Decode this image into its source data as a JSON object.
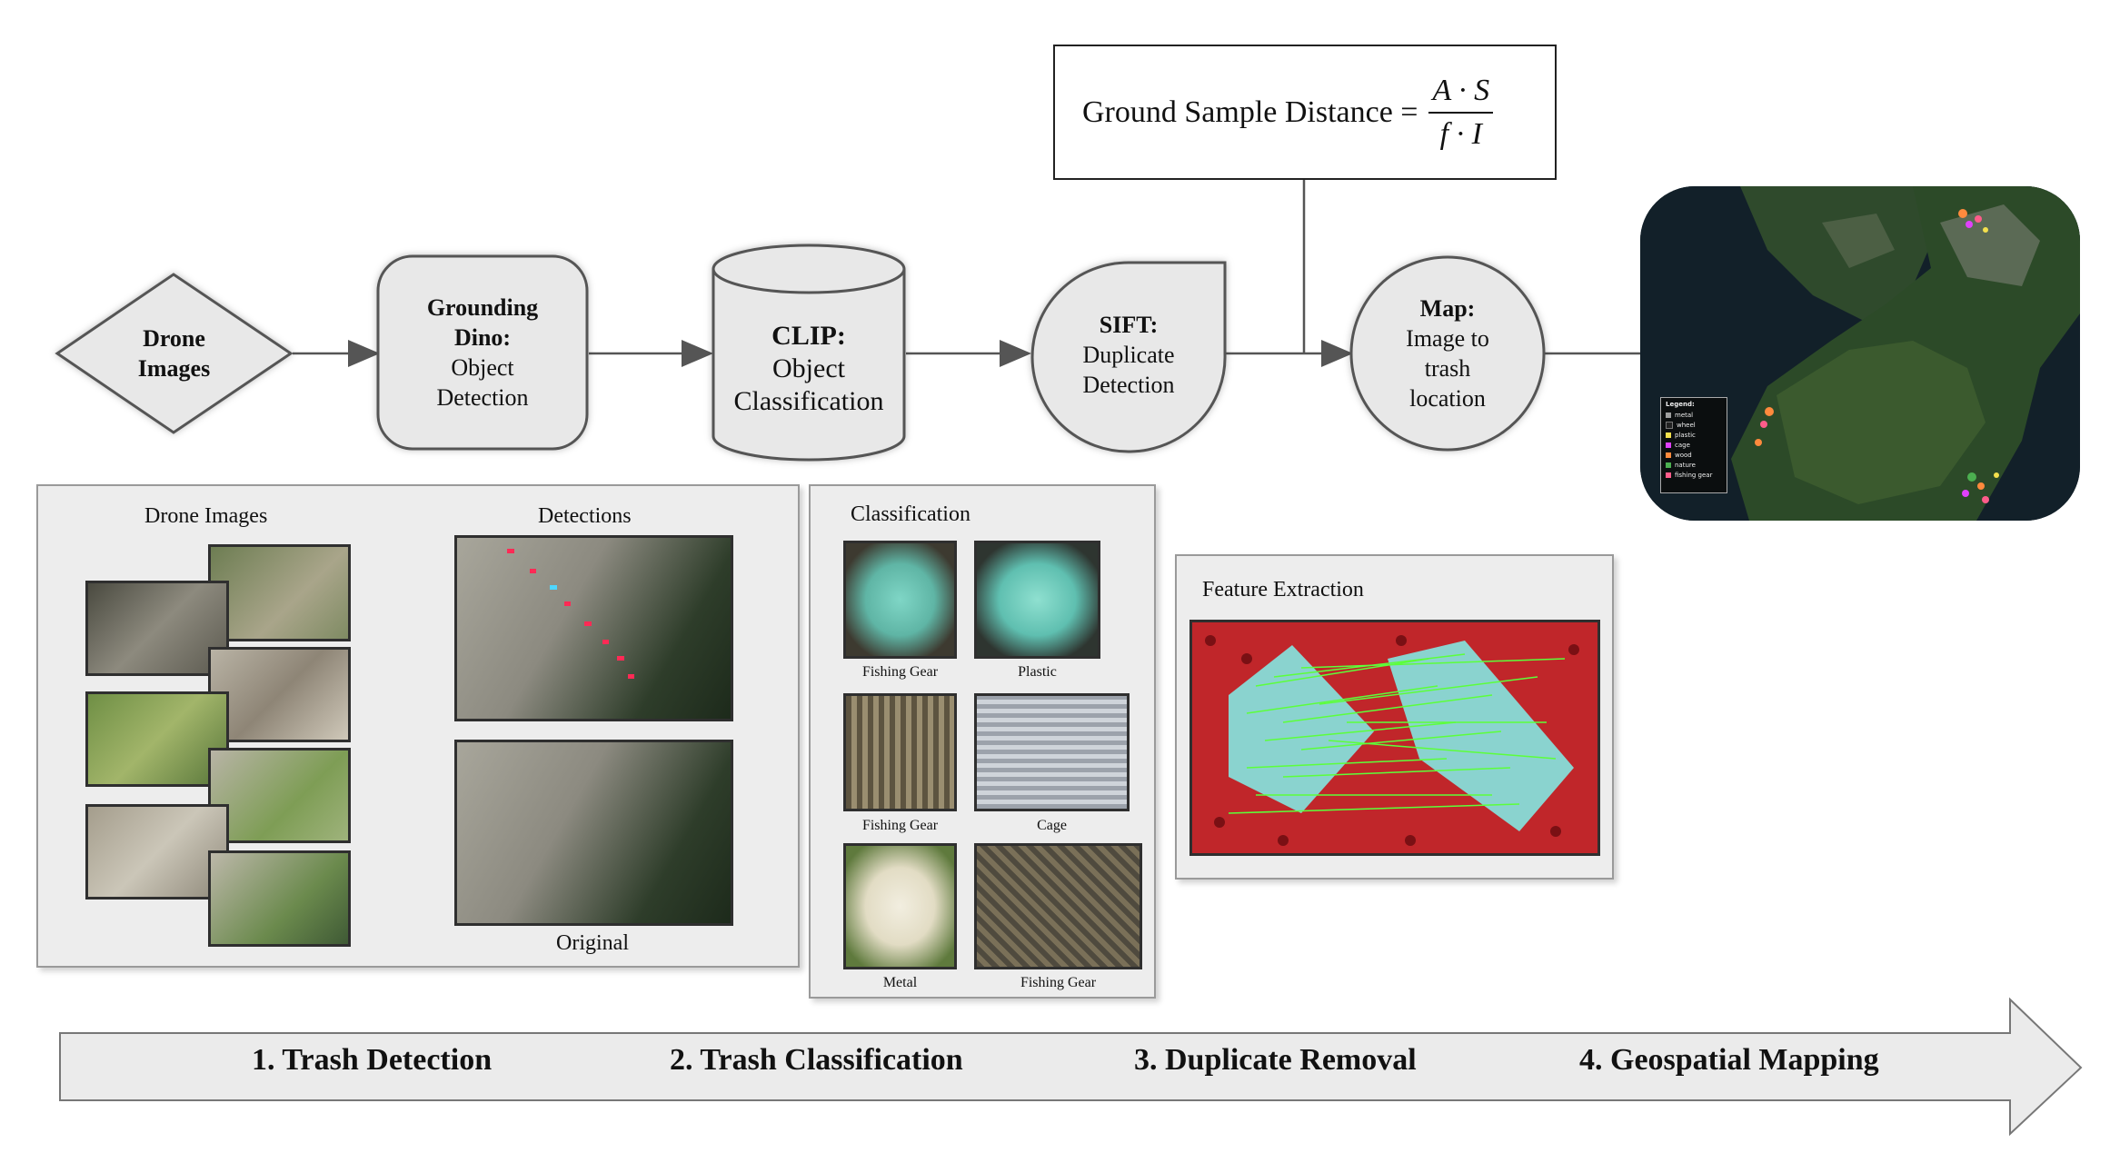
{
  "formula": {
    "lhs": "Ground Sample Distance =",
    "numerator": "A · S",
    "denominator": "f · I"
  },
  "pipeline": [
    {
      "bold": "Drone",
      "bold2": "Images",
      "plain": "",
      "plain2": ""
    },
    {
      "bold": "Grounding",
      "bold2": "Dino:",
      "plain": "Object",
      "plain2": "Detection"
    },
    {
      "bold": "CLIP:",
      "bold2": "",
      "plain": "Object",
      "plain2": "Classification"
    },
    {
      "bold": "SIFT:",
      "bold2": "",
      "plain": "Duplicate",
      "plain2": "Detection"
    },
    {
      "bold": "Map:",
      "bold2": "",
      "plain": "Image to",
      "plain2": "trash",
      "plain3": "location"
    }
  ],
  "panels": {
    "detection": {
      "drone_title": "Drone Images",
      "detections_title": "Detections",
      "original_label": "Original"
    },
    "classification": {
      "title": "Classification",
      "items": [
        "Fishing Gear",
        "Plastic",
        "Fishing Gear",
        "Cage",
        "Metal",
        "Fishing Gear"
      ]
    },
    "feature": {
      "title": "Feature Extraction"
    }
  },
  "map_legend": {
    "title": "Legend:",
    "items": [
      {
        "label": "metal",
        "color": "#9e9e9e"
      },
      {
        "label": "wheel",
        "color": "#222222"
      },
      {
        "label": "plastic",
        "color": "#f4e04d"
      },
      {
        "label": "cage",
        "color": "#e040fb"
      },
      {
        "label": "wood",
        "color": "#ff8a3d"
      },
      {
        "label": "nature",
        "color": "#4caf50"
      },
      {
        "label": "fishing gear",
        "color": "#ff5c8a"
      }
    ]
  },
  "stages": [
    "1. Trash Detection",
    "2. Trash Classification",
    "3. Duplicate Removal",
    "4. Geospatial Mapping"
  ],
  "colors": {
    "node_fill": "#e8e8e8",
    "node_stroke": "#555555",
    "arrow_fill": "#ebebeb",
    "arrow_stroke": "#777777"
  }
}
